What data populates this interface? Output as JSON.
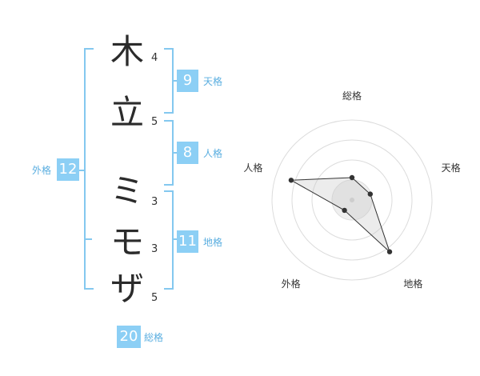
{
  "name_chars": [
    "木",
    "立",
    "ミ",
    "モ",
    "ザ"
  ],
  "strokes": [
    "4",
    "5",
    "3",
    "3",
    "5"
  ],
  "fortune": {
    "tenkaku": {
      "value": "9",
      "label": "天格"
    },
    "jinkaku": {
      "value": "8",
      "label": "人格"
    },
    "chikaku": {
      "value": "11",
      "label": "地格"
    },
    "gaikaku": {
      "value": "12",
      "label": "外格"
    },
    "soukaku": {
      "value": "20",
      "label": "総格"
    }
  },
  "colors": {
    "accent": "#8ccff5",
    "bracket": "#84c8ef",
    "label": "#5aaee0"
  },
  "chart_data": {
    "type": "radar",
    "axes": [
      "総格",
      "天格",
      "地格",
      "外格",
      "人格"
    ],
    "values": [
      1.4,
      1.2,
      4,
      0.8,
      4
    ],
    "max": 5,
    "rings": 4,
    "grid": true
  }
}
